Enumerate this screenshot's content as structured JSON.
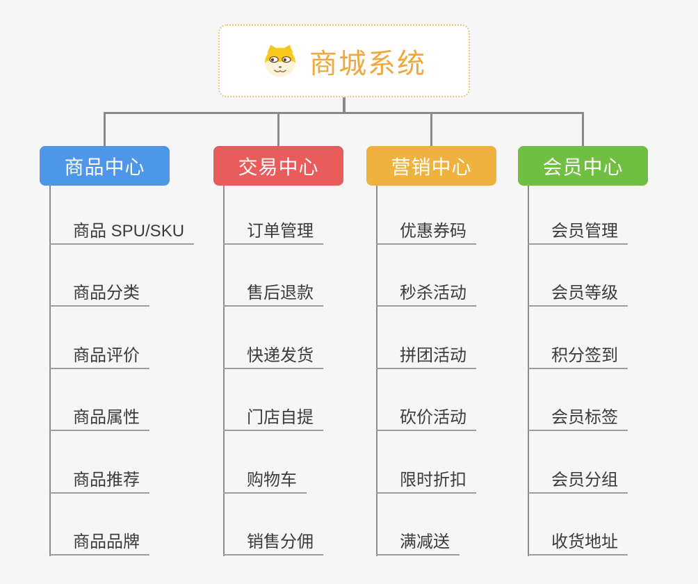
{
  "root": {
    "title": "商城系统",
    "icon": "shiba-dog-icon"
  },
  "branches": [
    {
      "label": "商品中心",
      "color": "#4D96E8",
      "children": [
        "商品 SPU/SKU",
        "商品分类",
        "商品评价",
        "商品属性",
        "商品推荐",
        "商品品牌"
      ]
    },
    {
      "label": "交易中心",
      "color": "#E85C5C",
      "children": [
        "订单管理",
        "售后退款",
        "快递发货",
        "门店自提",
        "购物车",
        "销售分佣"
      ]
    },
    {
      "label": "营销中心",
      "color": "#F0B23F",
      "children": [
        "优惠券码",
        "秒杀活动",
        "拼团活动",
        "砍价活动",
        "限时折扣",
        "满减送"
      ]
    },
    {
      "label": "会员中心",
      "color": "#71BF42",
      "children": [
        "会员管理",
        "会员等级",
        "积分签到",
        "会员标签",
        "会员分组",
        "收货地址"
      ]
    }
  ],
  "style": {
    "background": "#F6F6F6",
    "connector_color": "#8A8A8A",
    "underline_color": "#9C9C9C",
    "title_color": "#F0A83E",
    "root_border_color": "#F2C377",
    "item_text_color": "#3B3B3B"
  }
}
